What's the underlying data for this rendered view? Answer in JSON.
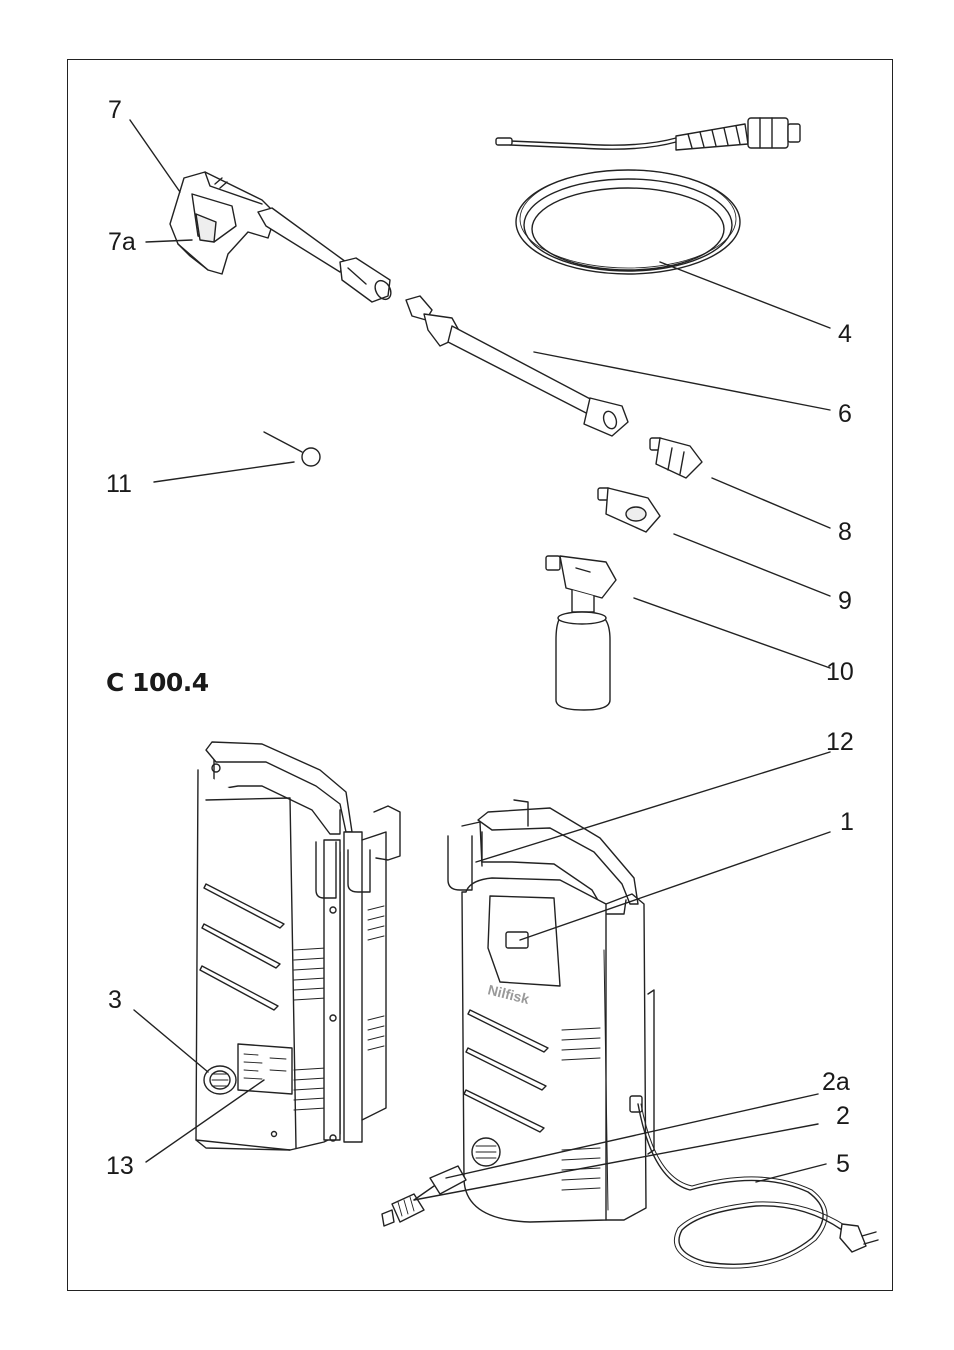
{
  "model_label": "C 100.4",
  "brand_text": "Nilfisk",
  "callouts": {
    "c7": "7",
    "c7a": "7a",
    "c4": "4",
    "c6": "6",
    "c11": "11",
    "c8": "8",
    "c9": "9",
    "c10": "10",
    "c12": "12",
    "c1": "1",
    "c3": "3",
    "c2a": "2a",
    "c2": "2",
    "c13": "13",
    "c5": "5"
  }
}
